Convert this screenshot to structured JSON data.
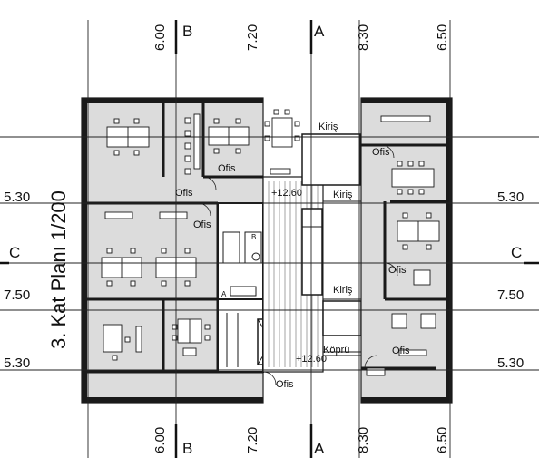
{
  "drawing": {
    "title": "3. Kat Planı 1/200",
    "colors": {
      "fill": "#dcdcdc",
      "wall": "#1a1a1a",
      "line": "#222222",
      "paper": "#ffffff"
    }
  },
  "grid_dims": {
    "top": [
      "6.00",
      "7.20",
      "8.30",
      "6.50"
    ],
    "bottom": [
      "6.00",
      "7.20",
      "8.30",
      "6.50"
    ],
    "left": [
      "5.30",
      "7.50",
      "5.30"
    ],
    "right": [
      "5.30",
      "7.50",
      "5.30"
    ]
  },
  "section_markers": {
    "B": "B",
    "A": "A",
    "C": "C"
  },
  "room_labels": {
    "ofis_1": "Ofis",
    "ofis_2": "Ofis",
    "ofis_3": "Ofis",
    "ofis_4": "Ofis",
    "ofis_5": "Ofis",
    "ofis_6": "Ofis",
    "ofis_7": "Ofis"
  },
  "structure_labels": {
    "kiris_1": "Kiriş",
    "kiris_2": "Kiriş",
    "kiris_3": "Kiriş",
    "kopru": "Köprü"
  },
  "levels": {
    "upper": "+12.60",
    "lower": "+12.60"
  },
  "stair_marks": {
    "stair_a": "A",
    "stair_b": "B"
  }
}
